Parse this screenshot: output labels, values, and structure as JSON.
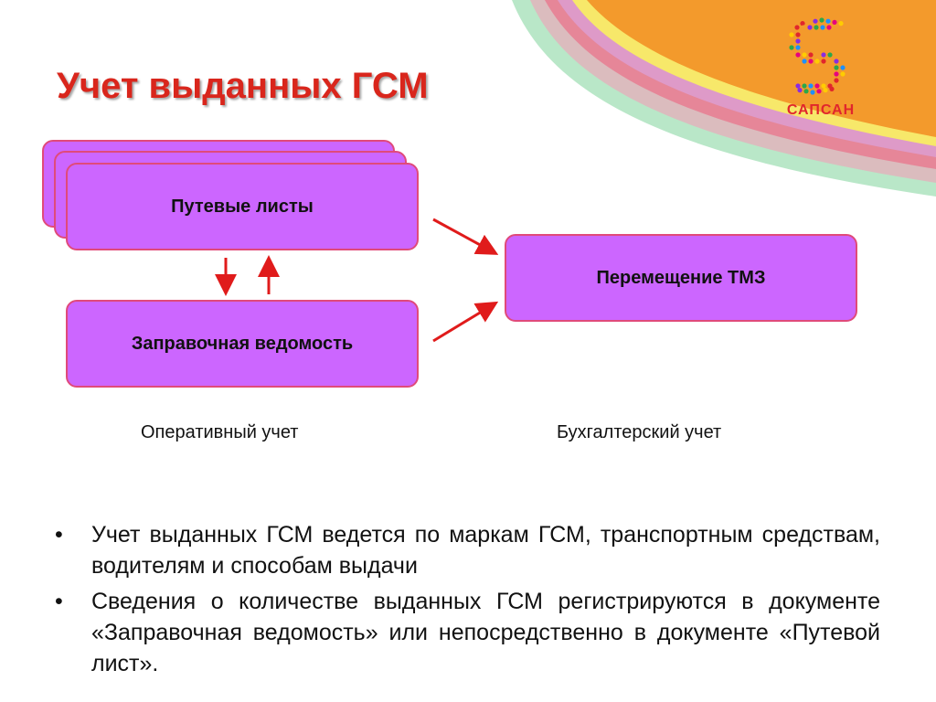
{
  "title": "Учет выданных ГСМ",
  "logo": {
    "text": "САПСАН"
  },
  "diagram": {
    "stack_box": "Путевые листы",
    "bottom_box": "Заправочная ведомость",
    "right_box": "Перемещение ТМЗ",
    "caption_left": "Оперативный учет",
    "caption_right": "Бухгалтерский учет"
  },
  "bullets": [
    {
      "mark": "•",
      "text": "Учет выданных ГСМ ведется по маркам ГСМ, транспортным средствам, водителям и способам выдачи"
    },
    {
      "mark": "•",
      "text": "Сведения о количестве выданных ГСМ регистрируются в документе «Заправочная ведомость» или непосредственно в документе «Путевой лист»."
    }
  ],
  "colors": {
    "title": "#d9261c",
    "box_fill": "#cc66ff",
    "box_border": "#e04a7a",
    "arrow": "#e01b1b",
    "orange": "#f39a2c"
  }
}
